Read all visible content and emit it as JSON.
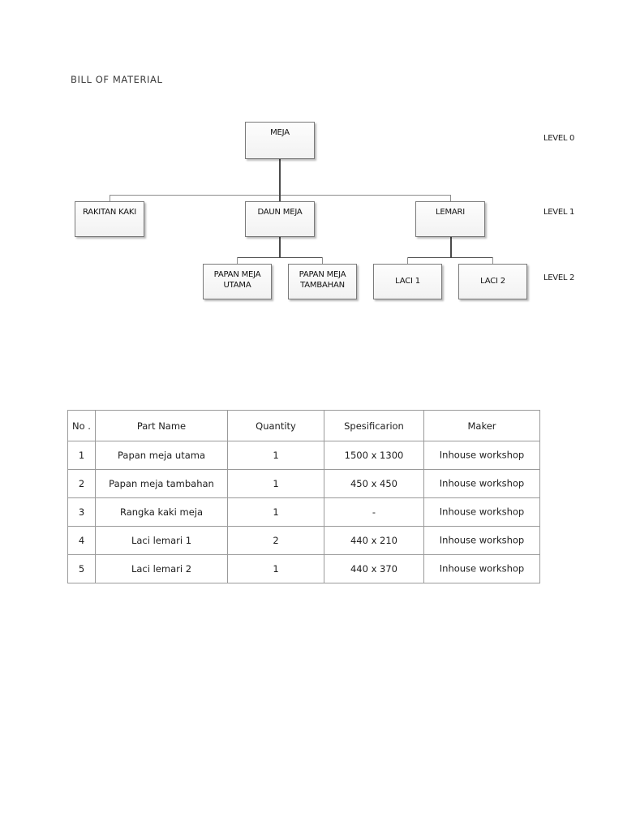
{
  "document": {
    "title": "BILL OF MATERIAL"
  },
  "diagram": {
    "levels": [
      {
        "label": "LEVEL 0"
      },
      {
        "label": "LEVEL 1"
      },
      {
        "label": "LEVEL 2"
      }
    ],
    "nodes": {
      "root": {
        "label": "MEJA"
      },
      "level1": [
        {
          "label": "RAKITAN KAKI"
        },
        {
          "label": "DAUN MEJA"
        },
        {
          "label": "LEMARI"
        }
      ],
      "level2": [
        {
          "label": "PAPAN MEJA UTAMA"
        },
        {
          "label": "PAPAN MEJA TAMBAHAN"
        },
        {
          "label": "LACI 1"
        },
        {
          "label": "LACI 2"
        }
      ]
    }
  },
  "table": {
    "headers": {
      "no": "No .",
      "part_name": "Part Name",
      "quantity": "Quantity",
      "specification": "Spesificarion",
      "maker": "Maker"
    },
    "rows": [
      {
        "no": "1",
        "part_name": "Papan meja utama",
        "quantity": "1",
        "specification": "1500 x 1300",
        "maker": "Inhouse workshop"
      },
      {
        "no": "2",
        "part_name": "Papan meja tambahan",
        "quantity": "1",
        "specification": "450 x 450",
        "maker": "Inhouse workshop"
      },
      {
        "no": "3",
        "part_name": "Rangka kaki meja",
        "quantity": "1",
        "specification": "-",
        "maker": "Inhouse workshop"
      },
      {
        "no": "4",
        "part_name": "Laci lemari 1",
        "quantity": "2",
        "specification": "440 x 210",
        "maker": "Inhouse workshop"
      },
      {
        "no": "5",
        "part_name": "Laci lemari 2",
        "quantity": "1",
        "specification": "440 x 370",
        "maker": "Inhouse workshop"
      }
    ]
  }
}
